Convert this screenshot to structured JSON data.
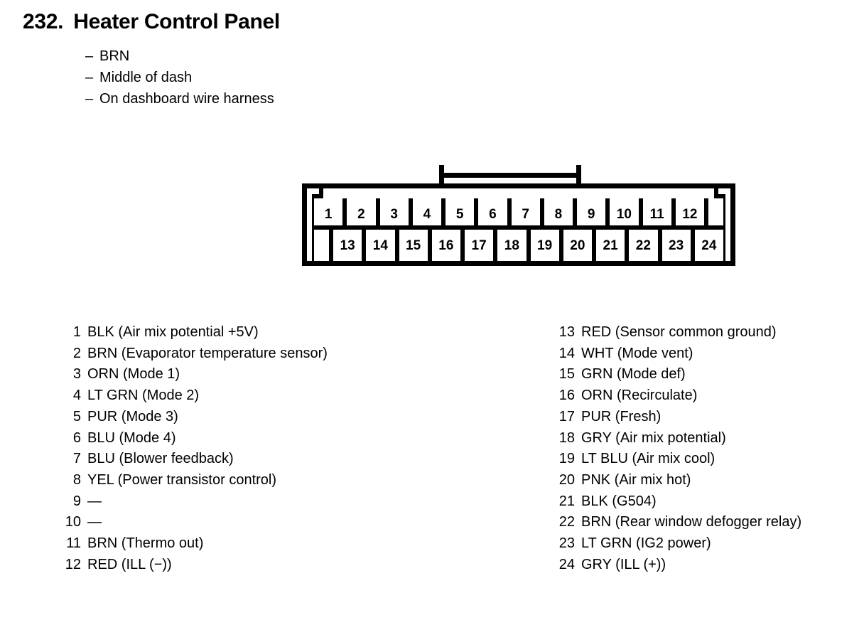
{
  "header": {
    "number": "232.",
    "title": "Heater Control Panel",
    "meta": [
      "BRN",
      "Middle of dash",
      "On dashboard wire harness"
    ],
    "dash": "–"
  },
  "connector": {
    "top_row": [
      "1",
      "2",
      "3",
      "4",
      "5",
      "6",
      "7",
      "8",
      "9",
      "10",
      "11",
      "12",
      ""
    ],
    "bottom_row": [
      "",
      "13",
      "14",
      "15",
      "16",
      "17",
      "18",
      "19",
      "20",
      "21",
      "22",
      "23",
      "24"
    ]
  },
  "pins": {
    "left": [
      {
        "num": "1",
        "label": "BLK (Air mix potential +5V)"
      },
      {
        "num": "2",
        "label": "BRN (Evaporator temperature sensor)"
      },
      {
        "num": "3",
        "label": "ORN (Mode 1)"
      },
      {
        "num": "4",
        "label": "LT GRN (Mode 2)"
      },
      {
        "num": "5",
        "label": "PUR (Mode 3)"
      },
      {
        "num": "6",
        "label": "BLU (Mode 4)"
      },
      {
        "num": "7",
        "label": "BLU (Blower feedback)"
      },
      {
        "num": "8",
        "label": "YEL (Power transistor control)"
      },
      {
        "num": "9",
        "label": "—"
      },
      {
        "num": "10",
        "label": "—"
      },
      {
        "num": "11",
        "label": "BRN (Thermo out)"
      },
      {
        "num": "12",
        "label": "RED (ILL (−))"
      }
    ],
    "right": [
      {
        "num": "13",
        "label": "RED (Sensor common ground)"
      },
      {
        "num": "14",
        "label": "WHT (Mode vent)"
      },
      {
        "num": "15",
        "label": "GRN (Mode def)"
      },
      {
        "num": "16",
        "label": "ORN (Recirculate)"
      },
      {
        "num": "17",
        "label": "PUR (Fresh)"
      },
      {
        "num": "18",
        "label": "GRY (Air mix potential)"
      },
      {
        "num": "19",
        "label": "LT BLU (Air mix cool)"
      },
      {
        "num": "20",
        "label": "PNK (Air mix hot)"
      },
      {
        "num": "21",
        "label": "BLK (G504)"
      },
      {
        "num": "22",
        "label": "BRN (Rear window defogger relay)"
      },
      {
        "num": "23",
        "label": "LT GRN (IG2 power)"
      },
      {
        "num": "24",
        "label": "GRY (ILL (+))"
      }
    ]
  },
  "colors": {
    "ink": "#000000",
    "background": "#ffffff"
  }
}
